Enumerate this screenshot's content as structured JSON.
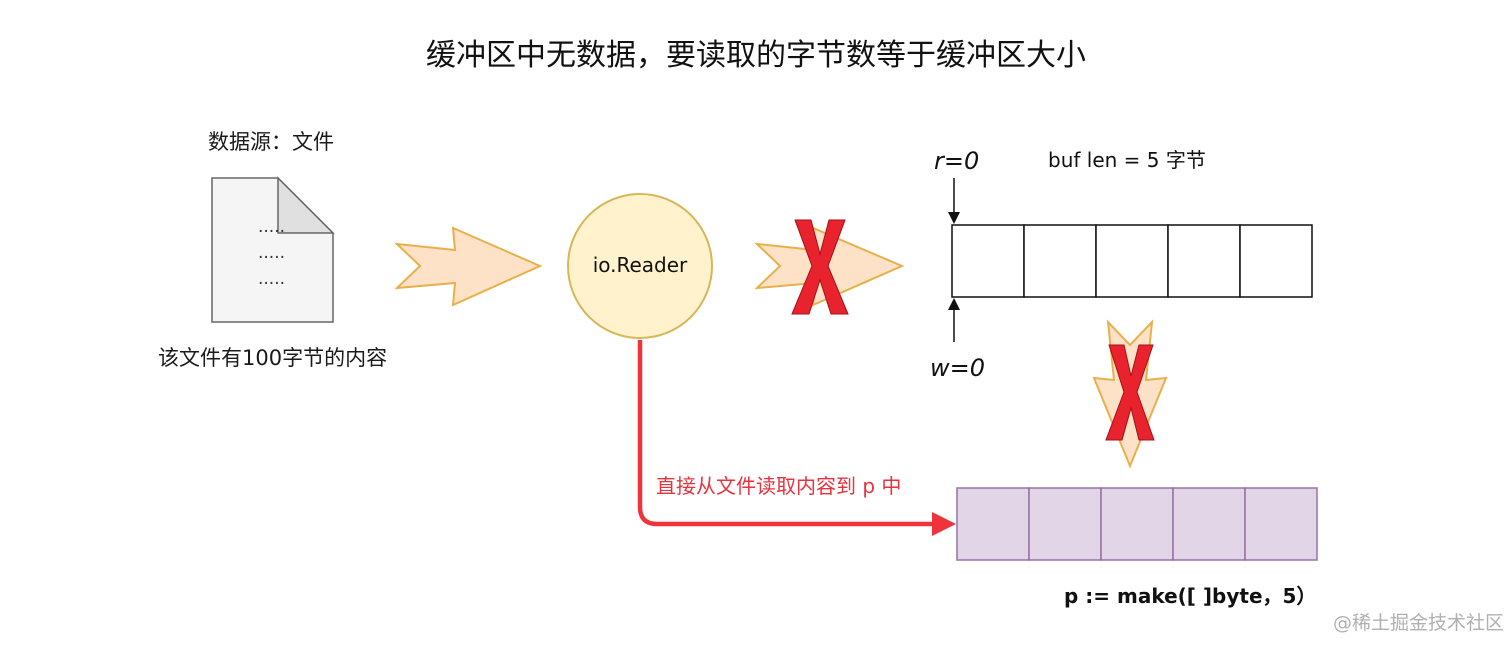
{
  "title": "缓冲区中无数据，要读取的字节数等于缓冲区大小",
  "source": {
    "label": "数据源：文件",
    "file_lines": [
      ".....",
      ".....",
      "....."
    ],
    "caption": "该文件有100字节的内容"
  },
  "reader": {
    "label": "io.Reader"
  },
  "buffer": {
    "label": "buf len = 5 字节",
    "cells": 5,
    "r_label": "r=0",
    "w_label": "w=0"
  },
  "direct_path": {
    "label": "直接从文件读取内容到 p 中"
  },
  "p_slice": {
    "label": "p := make([ ]byte，5）",
    "cells": 5
  },
  "watermark": "@稀土掘金技术社区",
  "colors": {
    "arrow_fill": "#fde2c8",
    "arrow_stroke": "#e8b04a",
    "reader_fill": "#fff2cc",
    "reader_stroke": "#d6b656",
    "blocked_x": "#e8232d",
    "direct_arrow": "#f0323a",
    "p_fill": "#e1d5e7",
    "p_stroke": "#9673a6",
    "file_fill": "#f5f5f5",
    "file_stroke": "#666666"
  }
}
